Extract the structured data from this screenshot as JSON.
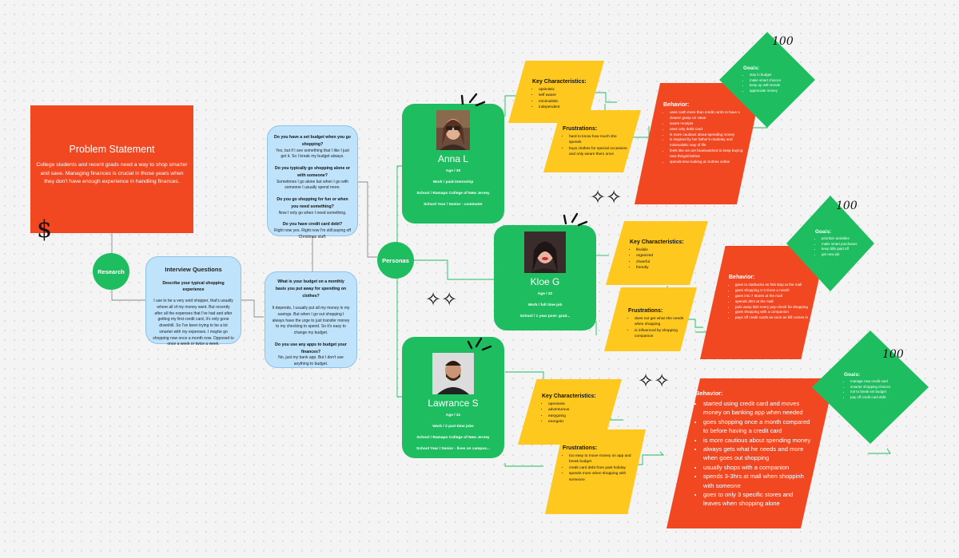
{
  "problem": {
    "title": "Problem Statement",
    "text": "College students and recent grads need a way to shop smarter and save. Managing finances is crucial in those years when they don't have enough experience in handling finances.",
    "symbol": "$"
  },
  "research": {
    "label": "Research"
  },
  "interview": {
    "title": "Interview Questions",
    "question": "Describe your typical shopping experience",
    "answer": "I use to be a very avid shopper, that's usually where all of my money went. But recently after all the expenses that I've had and after getting my first credit card, it's only gone downhill. So I've been trying to be a lot smarter with my expenses. I maybe go shopping now once a month now. Opposed to once a week or twice a week."
  },
  "qa_top": [
    {
      "q": "Do you have a set budget when you go shopping?",
      "a": "Yes, but if I see something that I like I just get it. So I break my budget always."
    },
    {
      "q": "Do you typically go shopping alone or with someone?",
      "a": "Sometimes I go alone but when I go with someone I usually spend more."
    },
    {
      "q": "Do you go shopping for fun or when you need something?",
      "a": "Now I only go when I need something."
    },
    {
      "q": "Do you have credit card debt?",
      "a": "Right now yes. Right now I'm still paying off Christmas stuff."
    }
  ],
  "qa_bottom": [
    {
      "q": "What is your budget on a monthly basis you put away for spending on clothes?",
      "a": "It depends, I usually put all my money in my savings. But when I go out shopping I always have the urge to just transfer money to my checking to spend. So it's easy to change my budget."
    },
    {
      "q": "Do you use any apps to budget your finances?",
      "a": "No, just my bank app. But I don't use anything to budget."
    }
  ],
  "personas_label": "Personas",
  "personas": [
    {
      "name": "Anna L",
      "age": "Age / 20",
      "work": "Work / paid-internship",
      "school": "School / Ramapo College of New Jersey",
      "year": "School Year / Senior - commuter",
      "key_title": "Key Characteristics:",
      "key": [
        "optimistic",
        "self aware",
        "minimalistic",
        "independent"
      ],
      "frus_title": "Frustrations:",
      "frus": [
        "hard to know how much she spends",
        "buys clothes for special occasions and only wears them once"
      ],
      "beh_title": "Behavior:",
      "beh": [
        "uses cash more than credit cards to have a clearer grasp on value",
        "saves receipts",
        "uses only debit card",
        "is more cautious about spending money",
        "is inspired by her father's modesty and minimalistic way of life",
        "feels like we are brainwashed to keep buying new things/clothes",
        "spends time looking at clothes online"
      ],
      "goals_title": "Goals:",
      "goals": [
        "stay in budget",
        "make smart choices",
        "keep up with trends",
        "appreciate money"
      ],
      "badge": "100"
    },
    {
      "name": "Kloe G",
      "age": "Age / 22",
      "work": "Work / full time job",
      "school": "School / 1 year post- grad...",
      "key_title": "Key Characteristics:",
      "key": [
        "flexible",
        "organized",
        "cheerful",
        "friendly"
      ],
      "frus_title": "Frustrations:",
      "frus": [
        "does not get what she needs when shopping",
        "is influenced by shopping companion"
      ],
      "beh_title": "Behavior:",
      "beh": [
        "goes to starbucks as first stop at the mall",
        "goes shopping 2-3 times a month",
        "goes into 7 stores at the mall",
        "spends 3hrs at the mall",
        "puts away $20 every pay-check for shopping",
        "goes shopping with a companion",
        "pays off credit cards as soon as bill comes in"
      ],
      "goals_title": "Goals:",
      "goals": [
        "prioritize activities",
        "make smart purchases",
        "keep bills paid off",
        "get new job"
      ],
      "badge": "100"
    },
    {
      "name": "Lawrance S",
      "age": "Age / 21",
      "work": "Work / 2 part-time jobs",
      "school": "School / Ramapo College of New Jersey",
      "year": "School Year / Senior - lives on campus...",
      "key_title": "Key Characteristics:",
      "key": [
        "openness",
        "adventurous",
        "easygoing",
        "energetic"
      ],
      "frus_title": "Frustrations:",
      "frus": [
        "too easy to move money on app and break budget",
        "credit card debt from past holiday",
        "spends more when shopping with someone"
      ],
      "beh_title": "Behavior:",
      "beh": [
        "started using credit card and moves money on banking app when needed",
        "goes shopping once a month compared to before having a credit card",
        "is more cautious about spending money",
        "always gets what he needs and more when goes out shopping",
        "usually shops with a companion",
        "spends 3-3hrs at mall when shoppinh with someone",
        "goes to only 3 specific stores and leaves when shopping alone"
      ],
      "goals_title": "Goals:",
      "goals": [
        "manage new credit card",
        "smarter shopping choices",
        "not to break set budget",
        "pay off credit card debt"
      ],
      "badge": "100"
    }
  ],
  "colors": {
    "red": "#f24822",
    "green": "#1ebd60",
    "yellow": "#ffc81e",
    "blue": "#bfe3fb"
  }
}
